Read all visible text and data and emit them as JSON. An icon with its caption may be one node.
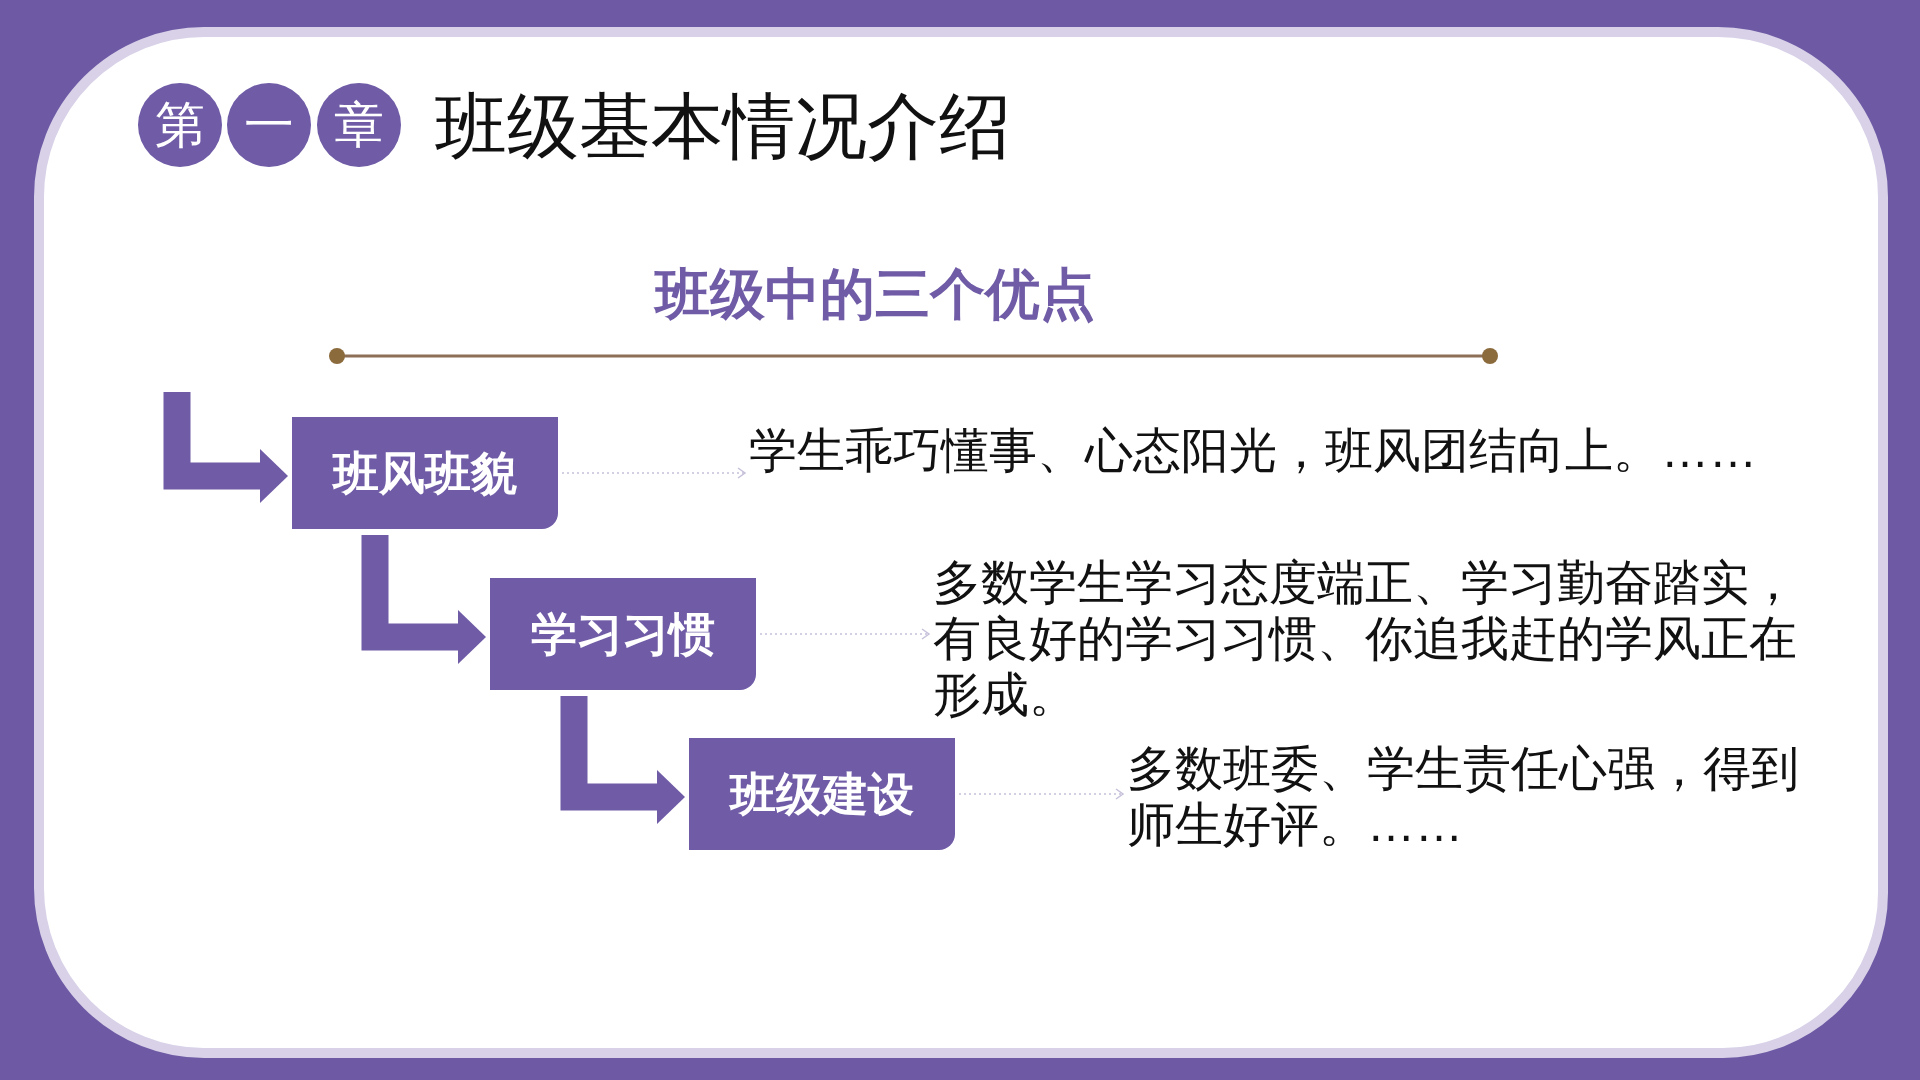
{
  "diagram": {
    "title": "班级基本情况介绍",
    "nodes": [
      {
        "text": [
          "第"
        ]
      },
      {
        "text": [
          "一"
        ]
      },
      {
        "text": [
          "章"
        ]
      },
      {
        "text": [
          "班风班貌"
        ]
      },
      {
        "text": [
          "学生乖巧懂事、心态阳光，班风团结向上。……"
        ]
      },
      {
        "text": [
          "学习习惯"
        ]
      },
      {
        "text": [
          "多数学生学习态度端正、学习勤奋踏实，有良好的学习习惯、你追我赶的学风正在形成。"
        ]
      },
      {
        "text": [
          "班级建设"
        ]
      },
      {
        "text": [
          "多数班委、学生责任心强，得到师生好评。……"
        ]
      }
    ],
    "edges": [
      {
        "from": null,
        "to": 3,
        "arrow": "to",
        "style": "thick",
        "color": "#6f5ba6"
      },
      {
        "from": 3,
        "to": 4,
        "arrow": "to",
        "style": "dashed",
        "color": "#c6c0da"
      },
      {
        "from": 3,
        "to": 5,
        "arrow": "to",
        "style": "thick",
        "color": "#6f5ba6"
      },
      {
        "from": 5,
        "to": 6,
        "arrow": "to",
        "style": "dashed",
        "color": "#c6c0da"
      },
      {
        "from": 5,
        "to": 7,
        "arrow": "to",
        "style": "thick",
        "color": "#6f5ba6"
      },
      {
        "from": 7,
        "to": 8,
        "arrow": "to",
        "style": "dashed",
        "color": "#c6c0da"
      }
    ],
    "labels": [
      "班级中的三个优点"
    ]
  }
}
